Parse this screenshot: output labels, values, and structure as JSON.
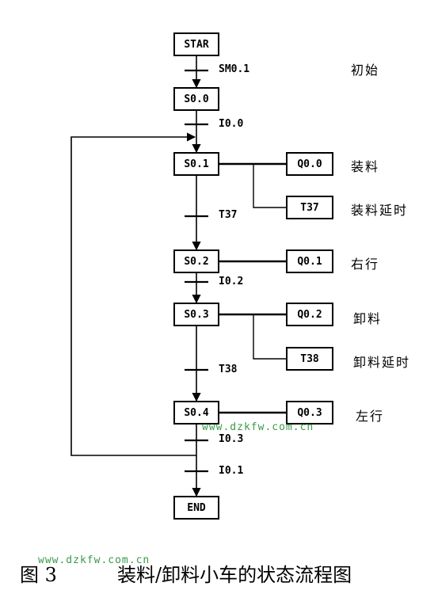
{
  "steps": {
    "star": "STAR",
    "s00": "S0.0",
    "s01": "S0.1",
    "s02": "S0.2",
    "s03": "S0.3",
    "s04": "S0.4",
    "end": "END"
  },
  "transitions": {
    "sm01": "SM0.1",
    "i00": "I0.0",
    "t37": "T37",
    "i02": "I0.2",
    "t38": "T38",
    "i03": "I0.3",
    "i01": "I0.1"
  },
  "outputs": {
    "q00": "Q0.0",
    "t37": "T37",
    "q01": "Q0.1",
    "q02": "Q0.2",
    "t38": "T38",
    "q03": "Q0.3"
  },
  "descriptions": {
    "initial": "初始",
    "loading": "装料",
    "loading_delay": "装料延时",
    "move_right": "右行",
    "unloading": "卸料",
    "unloading_delay": "卸料延时",
    "move_left": "左行"
  },
  "watermarks": [
    "www.dzkfw.com.cn",
    "www.dzkfw.com.cn"
  ],
  "caption": {
    "figure": "图 3",
    "title": "装料/卸料小车的状态流程图"
  }
}
